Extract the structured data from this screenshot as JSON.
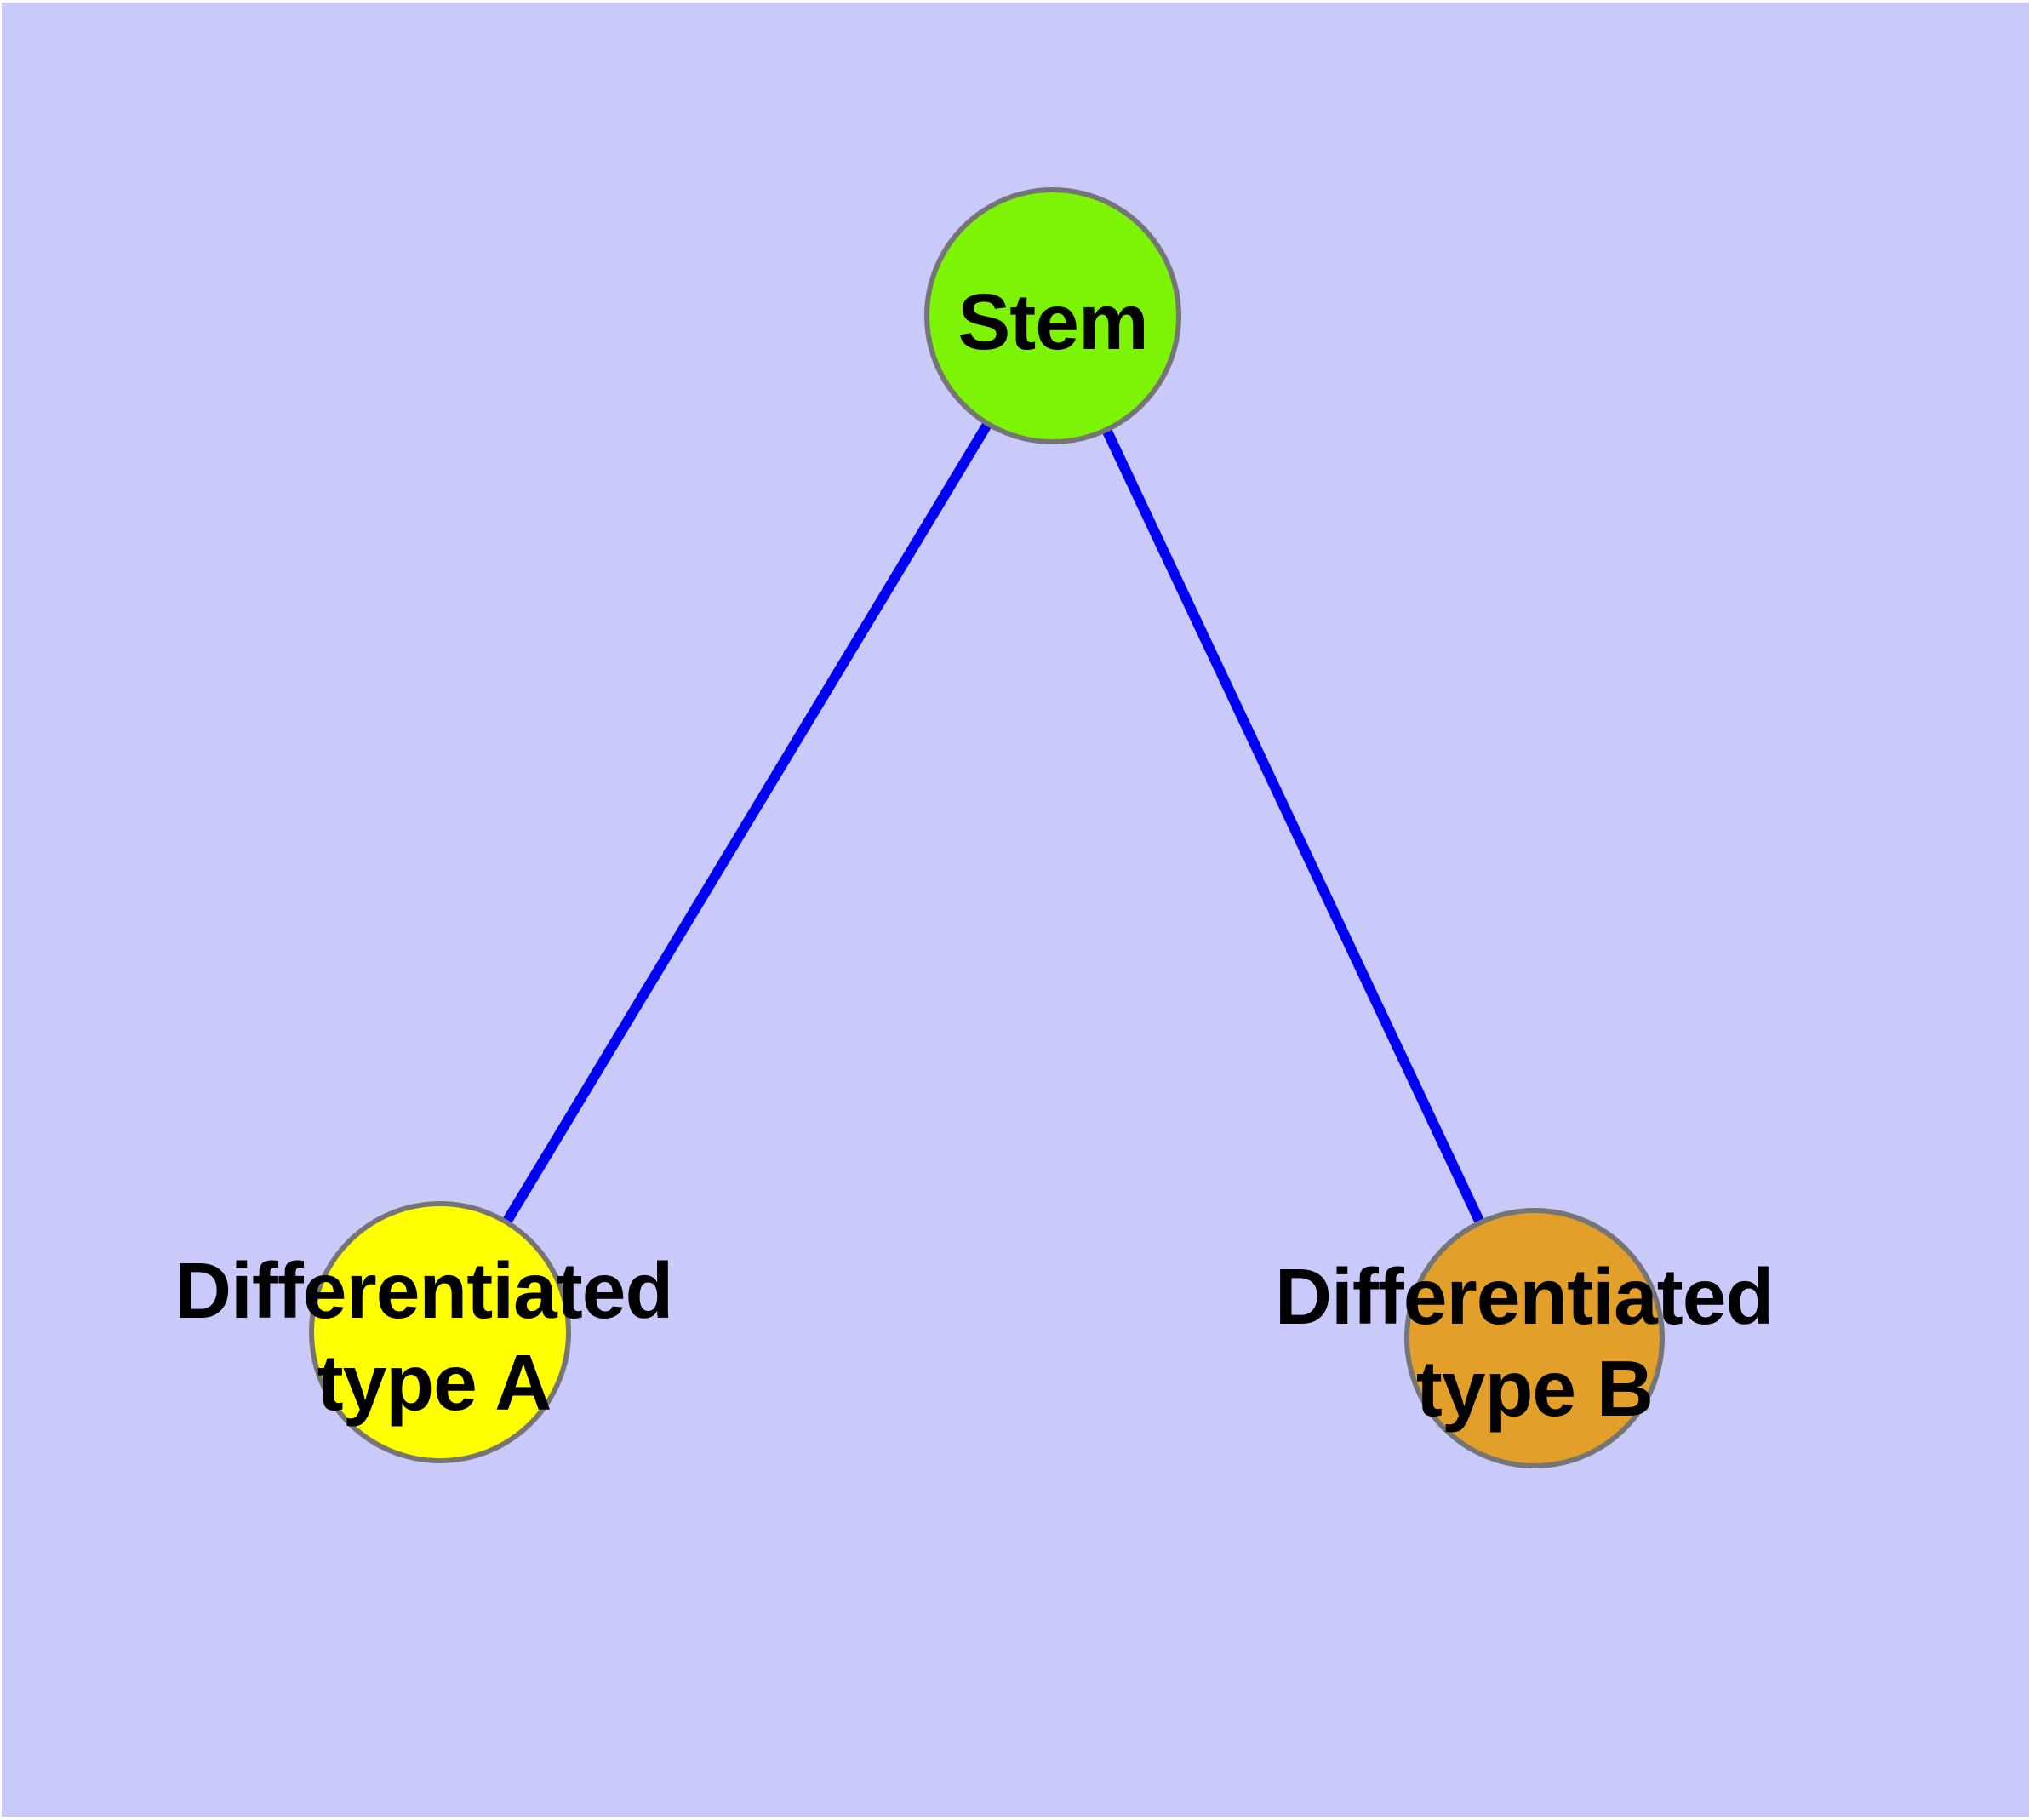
{
  "colors": {
    "margin": "#FFFFFF",
    "background": "#CACAFA",
    "edge": "#0000F5",
    "node_border": "#757575",
    "label_text": "#000000",
    "stem_fill": "#7DF406",
    "type_a_fill": "#FFFF00",
    "type_b_fill": "#E2A02B"
  },
  "nodes": {
    "stem": {
      "label": "Stem"
    },
    "type_a": {
      "label_line1": "Differentiated",
      "label_line2": "type A"
    },
    "type_b": {
      "label_line1": "Differentiated",
      "label_line2": "type B"
    }
  },
  "edges": [
    {
      "from": "Stem",
      "to": "Differentiated type A"
    },
    {
      "from": "Stem",
      "to": "Differentiated type B"
    }
  ]
}
